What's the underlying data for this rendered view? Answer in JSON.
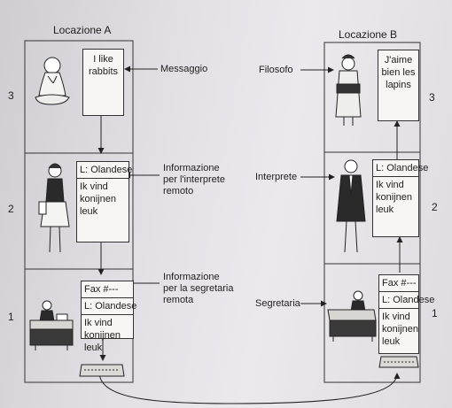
{
  "locations": {
    "a": "Locazione A",
    "b": "Locazione B"
  },
  "layers": [
    "3",
    "2",
    "1"
  ],
  "left": {
    "labels": {
      "message": "Messaggio",
      "interpreter_info": "Informazione\nper l'interprete\nremoto",
      "secretary_info": "Informazione\nper la segretaria\nremota"
    },
    "boxes": {
      "top": "I like\nrabbits",
      "middle_header": "L: Olandese",
      "middle_body": "Ik vind\nkonijnen\nleuk",
      "bottom_fax": "Fax #---",
      "bottom_header": "L: Olandese",
      "bottom_body": "Ik vind\nkonijnen\nleuk"
    }
  },
  "right": {
    "labels": {
      "philosopher": "Filosofo",
      "interpreter": "Interprete",
      "secretary": "Segretaria"
    },
    "boxes": {
      "top": "J'aime\nbien les\nlapins",
      "middle_header": "L: Olandese",
      "middle_body": "Ik vind\nkonijnen\nleuk",
      "bottom_fax": "Fax #---",
      "bottom_header": "L: Olandese",
      "bottom_body": "Ik vind\nkonijnen\nleuk"
    }
  }
}
